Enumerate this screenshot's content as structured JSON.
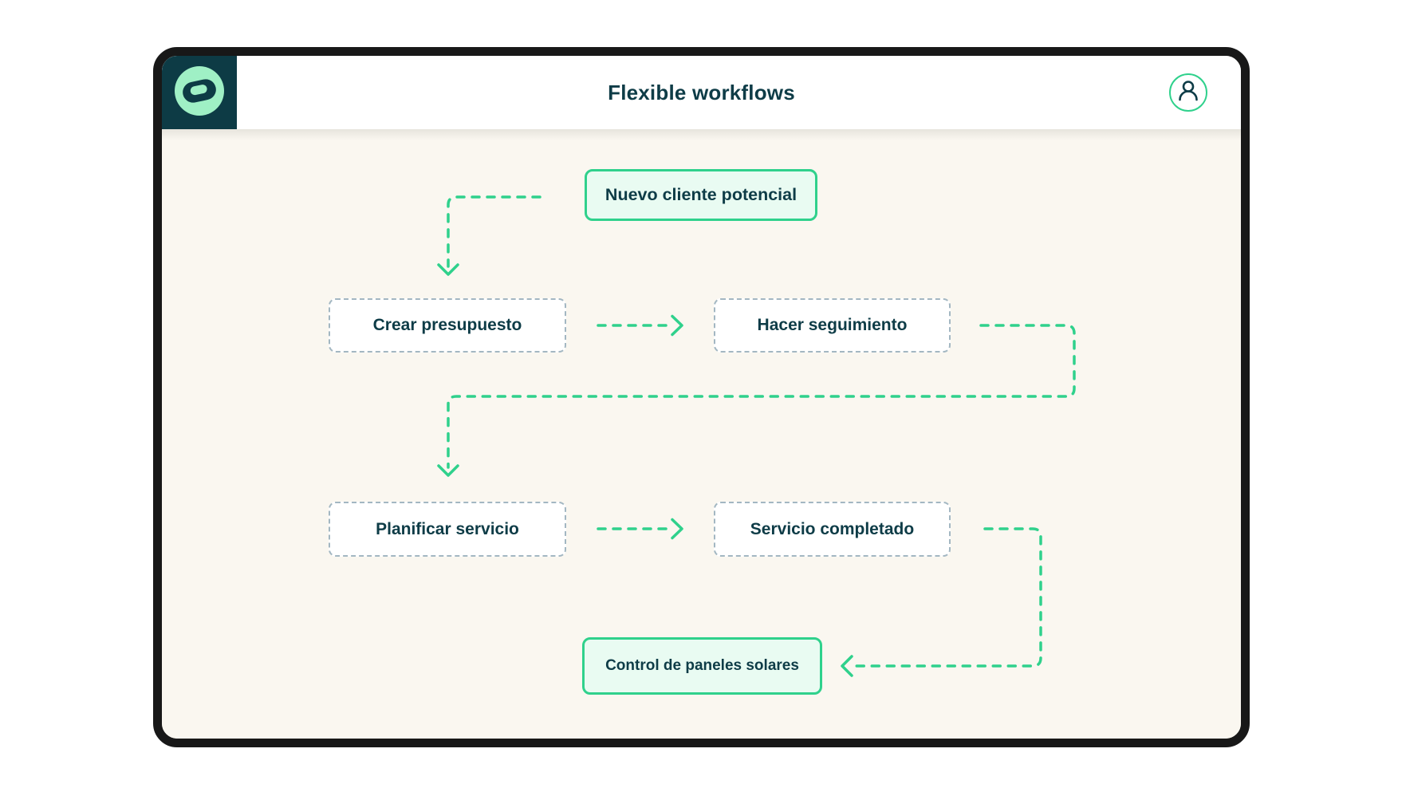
{
  "window": {
    "title": "Flexible workflows"
  },
  "icons": {
    "brand": "brand-bean-icon",
    "avatar": "user-icon"
  },
  "colors": {
    "accent_green": "#2fd18c",
    "accent_green_light_fill": "#e9fbf2",
    "brand_dark_teal": "#0d3b45",
    "brand_mint": "#9ff0c5",
    "dashed_border_gray": "#a3b7c2",
    "canvas_cream": "#faf7f0",
    "header_white": "#ffffff",
    "text_dark": "#0e3c47",
    "frame_dark": "#181818"
  },
  "flow": {
    "nodes": [
      {
        "id": "nuevo-cliente-potencial",
        "label": "Nuevo cliente potencial",
        "style": "highlight"
      },
      {
        "id": "crear-presupuesto",
        "label": "Crear presupuesto",
        "style": "dashed"
      },
      {
        "id": "hacer-seguimiento",
        "label": "Hacer seguimiento",
        "style": "dashed"
      },
      {
        "id": "planificar-servicio",
        "label": "Planificar servicio",
        "style": "dashed"
      },
      {
        "id": "servicio-completado",
        "label": "Servicio completado",
        "style": "dashed"
      },
      {
        "id": "control-paneles-solares",
        "label": "Control de paneles solares",
        "style": "highlight"
      }
    ],
    "edges": [
      {
        "from": "nuevo-cliente-potencial",
        "to": "crear-presupuesto",
        "style": "green-dashed-arrow"
      },
      {
        "from": "crear-presupuesto",
        "to": "hacer-seguimiento",
        "style": "green-dashed-arrow"
      },
      {
        "from": "hacer-seguimiento",
        "to": "planificar-servicio",
        "style": "green-dashed-arrow"
      },
      {
        "from": "planificar-servicio",
        "to": "servicio-completado",
        "style": "green-dashed-arrow"
      },
      {
        "from": "servicio-completado",
        "to": "control-paneles-solares",
        "style": "green-dashed-arrow"
      }
    ]
  }
}
